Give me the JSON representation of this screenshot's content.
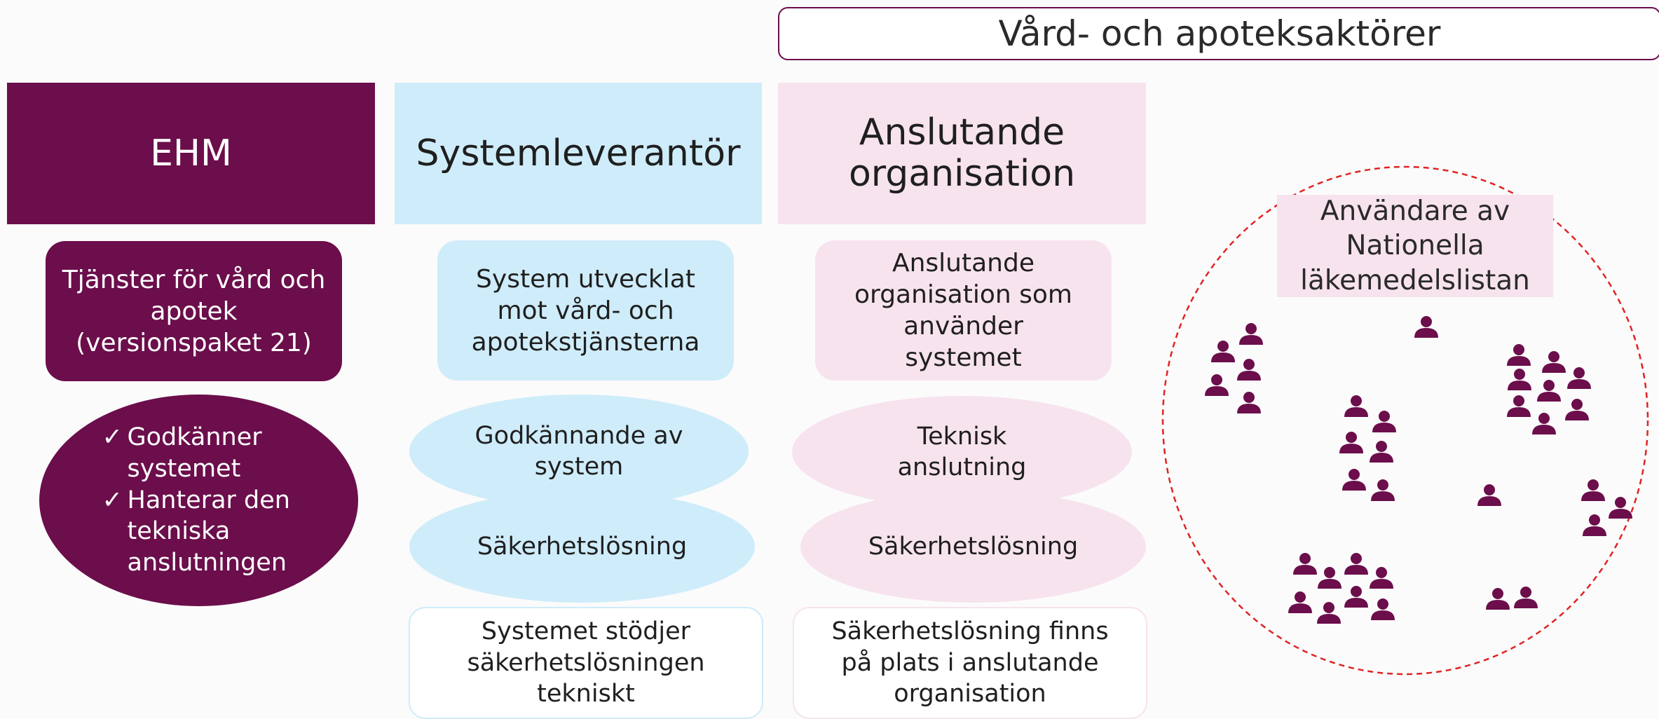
{
  "banner": {
    "title": "Vård- och apoteksaktörer"
  },
  "columns": {
    "ehm": {
      "header": "EHM",
      "box": "Tjänster för vård och apotek (versionspaket 21)",
      "oval_items": [
        "Godkänner systemet",
        "Hanterar den tekniska anslutningen"
      ]
    },
    "system_supplier": {
      "header": "Systemleverantör",
      "box": "System utvecklat mot vård- och apotekstjänsterna",
      "ellipse_1": "Godkännande av system",
      "ellipse_2": "Säkerhetslösning",
      "outline_box": "Systemet stödjer säkerhetslösningen tekniskt"
    },
    "connecting_org": {
      "header": "Anslutande organisation",
      "box": "Anslutande organisation som använder systemet",
      "ellipse_1": "Teknisk anslutning",
      "ellipse_2": "Säkerhetslösning",
      "outline_box": "Säkerhetslösning finns på plats i anslutande organisation"
    }
  },
  "users": {
    "label": "Användare av Nationella läkemedelslistan",
    "icon": "person-icon"
  },
  "colors": {
    "ehm": "#6b0e4b",
    "system_supplier": "#cfecfa",
    "connecting_org": "#f7e3ee",
    "circle_border": "#e02424",
    "person": "#6b0e4b"
  }
}
